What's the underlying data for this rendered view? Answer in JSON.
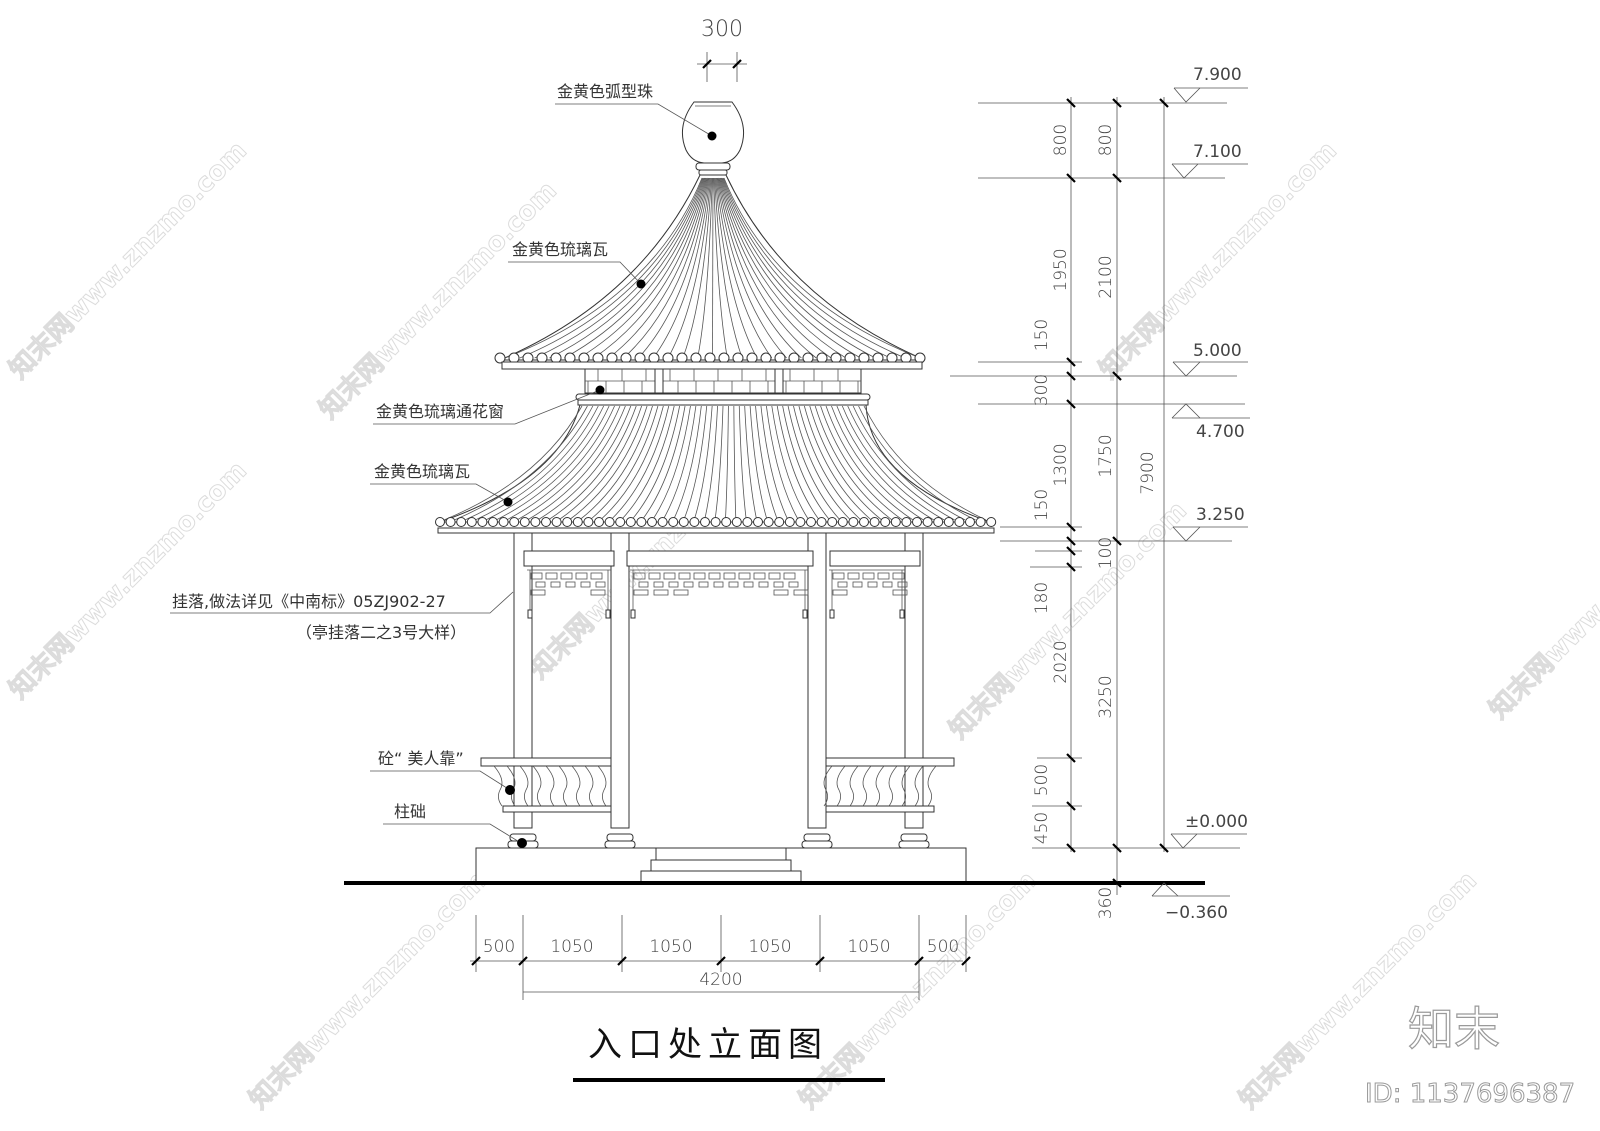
{
  "drawing": {
    "title": "入口处立面图",
    "background": "#ffffff",
    "line_color": "#333333"
  },
  "annotations": {
    "finial": "金黄色弧型珠",
    "upper_roof": "金黄色琉璃瓦",
    "window": "金黄色琉璃通花窗",
    "lower_roof": "金黄色琉璃瓦",
    "hanging_frieze_line1": "挂落,做法详见《中南标》05ZJ902-27",
    "hanging_frieze_line2": "（亭挂落二之3号大样）",
    "bench": "砼“ 美人靠”",
    "column_base": "柱础"
  },
  "dimensions": {
    "top_width": "300",
    "vertical_col1": [
      "800",
      "1950",
      "150",
      "300",
      "1300",
      "150",
      "180",
      "2020",
      "500",
      "450"
    ],
    "vertical_col2": [
      "800",
      "2100",
      "1750",
      "100",
      "3250"
    ],
    "vertical_col3": [
      "7900"
    ],
    "below_ground": "360",
    "horizontal": [
      "500",
      "1050",
      "1050",
      "1050",
      "1050",
      "500"
    ],
    "horizontal_total": "4200"
  },
  "elevations": [
    "7.900",
    "7.100",
    "5.000",
    "4.700",
    "3.250",
    "±0.000",
    "−0.360"
  ],
  "watermark": {
    "text": "知末网www.znzmo.com",
    "logo": "知末",
    "id": "ID: 1137696387"
  }
}
